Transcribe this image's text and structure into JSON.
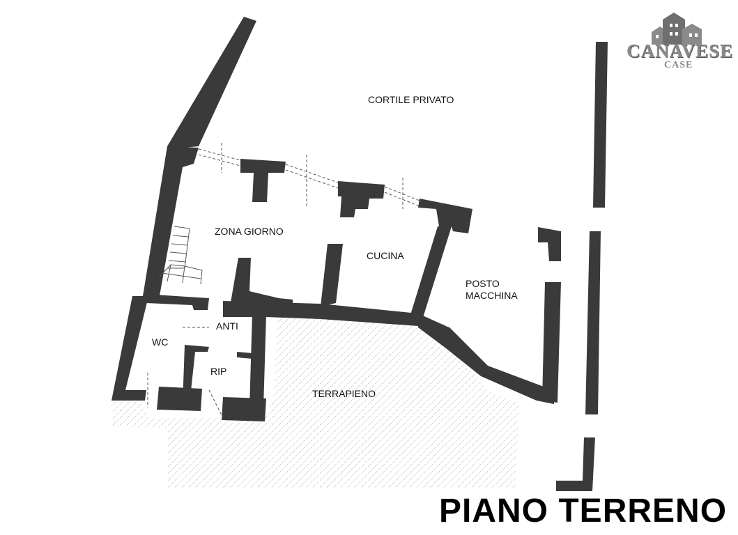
{
  "title": "PIANO TERRENO",
  "logo": {
    "word": "CANAVESE",
    "sub": "CASE"
  },
  "rooms": {
    "cortile": "CORTILE PRIVATO",
    "zona_giorno": "ZONA GIORNO",
    "cucina": "CUCINA",
    "posto": "POSTO",
    "macchina": "MACCHINA",
    "anti": "ANTI",
    "wc": "WC",
    "rip": "RIP",
    "terrapieno": "TERRAPIENO"
  },
  "colors": {
    "wall": "#3a3a3a",
    "hatch": "#9a9a9a",
    "logo": "#8a8a8a"
  }
}
